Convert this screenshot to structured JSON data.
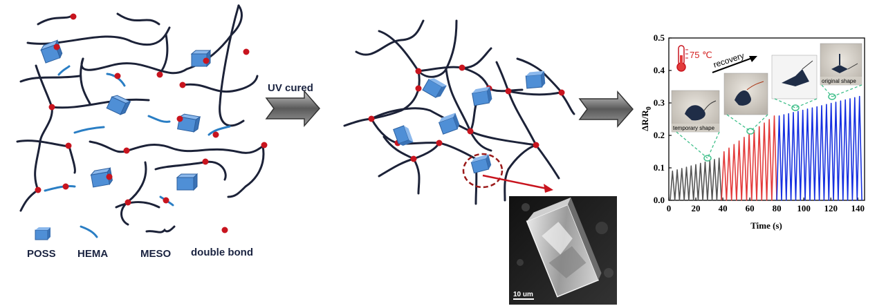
{
  "legend": {
    "poss": "POSS",
    "hema": "HEMA",
    "meso": "MESO",
    "double_bond": "double bond"
  },
  "process_label": "UV cured",
  "sem": {
    "scale_bar": "10 um"
  },
  "chart_inset": {
    "temperature": "75 ℃",
    "recovery": "recovery",
    "temporary_shape": "temporary shape",
    "original_shape": "original shape"
  },
  "colors": {
    "chain": "#1c2238",
    "double_bond": "#c8141e",
    "poss": "#4f8fd6",
    "hema": "#2a7ec4",
    "arrow_fill": "#6e6e6e",
    "series_gray": "#555555",
    "series_red": "#e33b3b",
    "series_blue": "#1630e0",
    "dashed_guide": "#3fbf8a"
  },
  "chart_data": {
    "type": "line",
    "xlabel": "Time (s)",
    "ylabel": "ΔR/R0",
    "xlim": [
      0,
      145
    ],
    "ylim": [
      0,
      0.5
    ],
    "xticks": [
      0,
      20,
      40,
      60,
      80,
      100,
      120,
      140
    ],
    "yticks": [
      0.0,
      0.1,
      0.2,
      0.3,
      0.4,
      0.5
    ],
    "series": [
      {
        "color": "#555555",
        "x_start": 1,
        "x_end": 39,
        "cycles": 11,
        "peak_start": 0.09,
        "peak_end": 0.13
      },
      {
        "color": "#e33b3b",
        "x_start": 39,
        "x_end": 80,
        "cycles": 11,
        "peak_start": 0.15,
        "peak_end": 0.26
      },
      {
        "color": "#1630e0",
        "x_start": 80,
        "x_end": 143,
        "cycles": 18,
        "peak_start": 0.26,
        "peak_end": 0.32
      }
    ]
  }
}
